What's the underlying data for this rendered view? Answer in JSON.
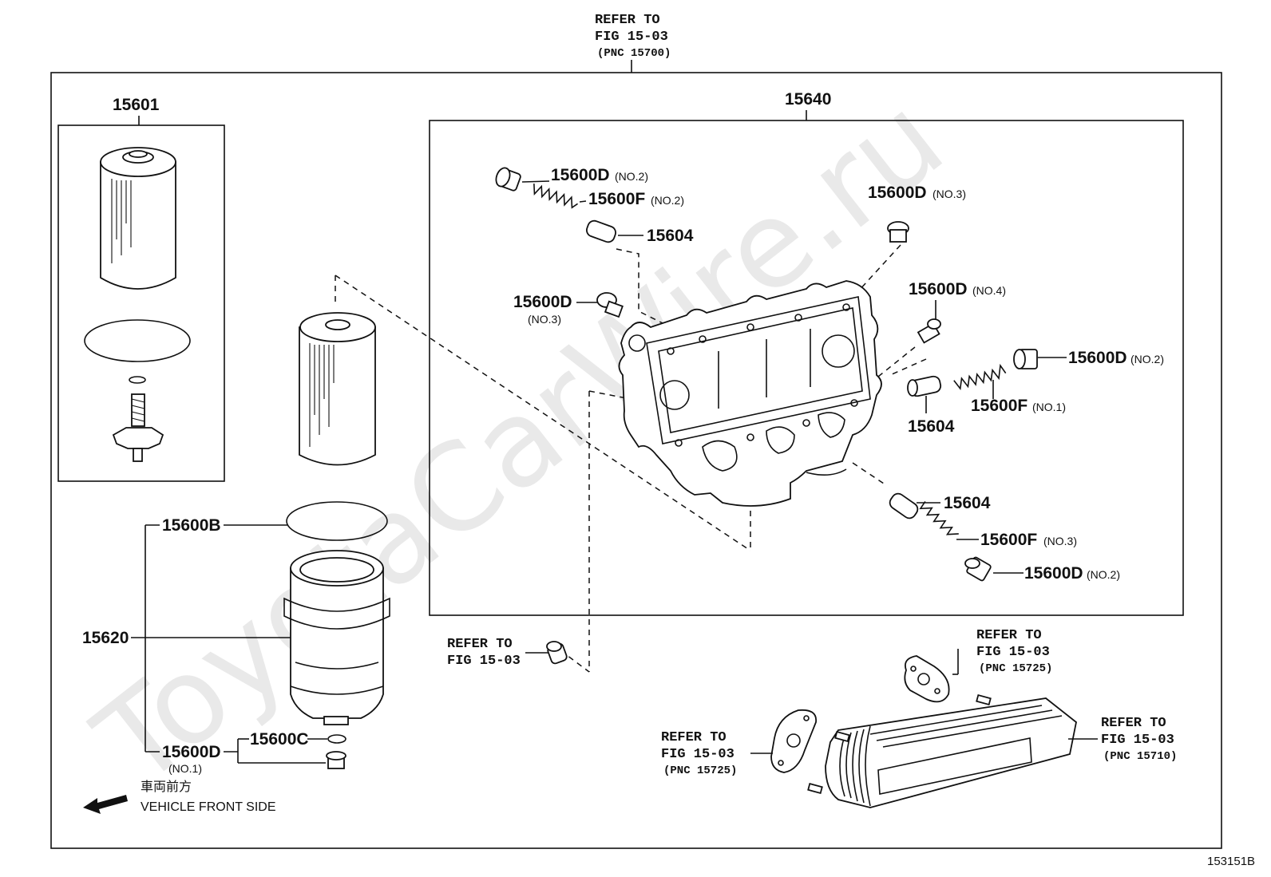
{
  "watermark": "ToyotaCarWire.ru",
  "diagram_id": "153151B",
  "refs": {
    "top": {
      "l1": "REFER TO",
      "l2": "FIG 15-03",
      "l3": "(PNC 15700)"
    },
    "plug": {
      "l1": "REFER TO",
      "l2": "FIG 15-03"
    },
    "gasket_left": {
      "l1": "REFER TO",
      "l2": "FIG 15-03",
      "l3": "(PNC 15725)"
    },
    "gasket_top": {
      "l1": "REFER TO",
      "l2": "FIG 15-03",
      "l3": "(PNC 15725)"
    },
    "cooler": {
      "l1": "REFER TO",
      "l2": "FIG 15-03",
      "l3": "(PNC 15710)"
    }
  },
  "labels": {
    "p15601": "15601",
    "p15640": "15640",
    "p15600B": "15600B",
    "p15620": "15620",
    "p15600C": "15600C",
    "p15600D_no1": "15600D",
    "no1": "(NO.1)",
    "d_tl": "15600D",
    "d_tl_no": "(NO.2)",
    "f_tl": "15600F",
    "f_tl_no": "(NO.2)",
    "v_tl": "15604",
    "d_no3_right": "15600D",
    "d_no3_right_no": "(NO.3)",
    "d_no3_left": "15600D",
    "d_no3_left_no": "(NO.3)",
    "d_no4": "15600D",
    "d_no4_no": "(NO.4)",
    "d_r2": "15600D",
    "d_r2_no": "(NO.2)",
    "v_r": "15604",
    "f_no1": "15600F",
    "f_no1_no": "(NO.1)",
    "v_b": "15604",
    "f_no3": "15600F",
    "f_no3_no": "(NO.3)",
    "d_b2": "15600D",
    "d_b2_no": "(NO.2)"
  },
  "front_note": {
    "jp": "車両前方",
    "en": "VEHICLE FRONT SIDE"
  }
}
